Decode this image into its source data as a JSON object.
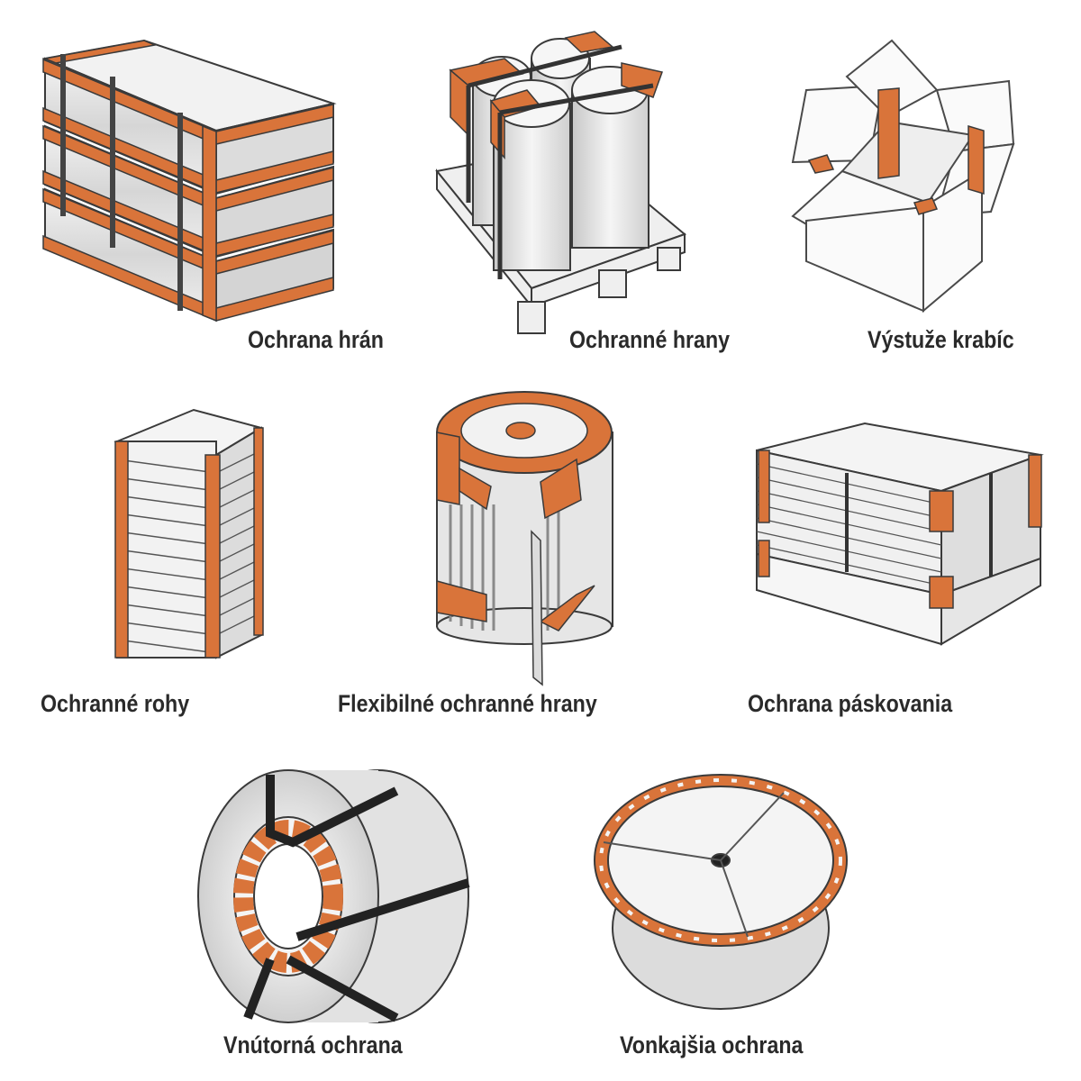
{
  "accent_color": "#d9743a",
  "outline_color": "#3a3a3a",
  "items": [
    {
      "label": "Ochrana hrán",
      "icon": "stacked-boards-edge-protection-icon"
    },
    {
      "label": "Ochranné hrany",
      "icon": "palletized-rolls-edge-protectors-icon"
    },
    {
      "label": "Výstuže krabíc",
      "icon": "open-box-reinforcement-icon"
    },
    {
      "label": "Ochranné rohy",
      "icon": "stacked-sheets-corner-protectors-icon"
    },
    {
      "label": "Flexibilné ochranné hrany",
      "icon": "paper-roll-flexible-edges-icon"
    },
    {
      "label": "Ochrana páskovania",
      "icon": "pallet-strapping-protection-icon"
    },
    {
      "label": "Vnútorná ochrana",
      "icon": "coil-inner-protection-icon"
    },
    {
      "label": "Vonkajšia ochrana",
      "icon": "reel-outer-protection-icon"
    }
  ]
}
